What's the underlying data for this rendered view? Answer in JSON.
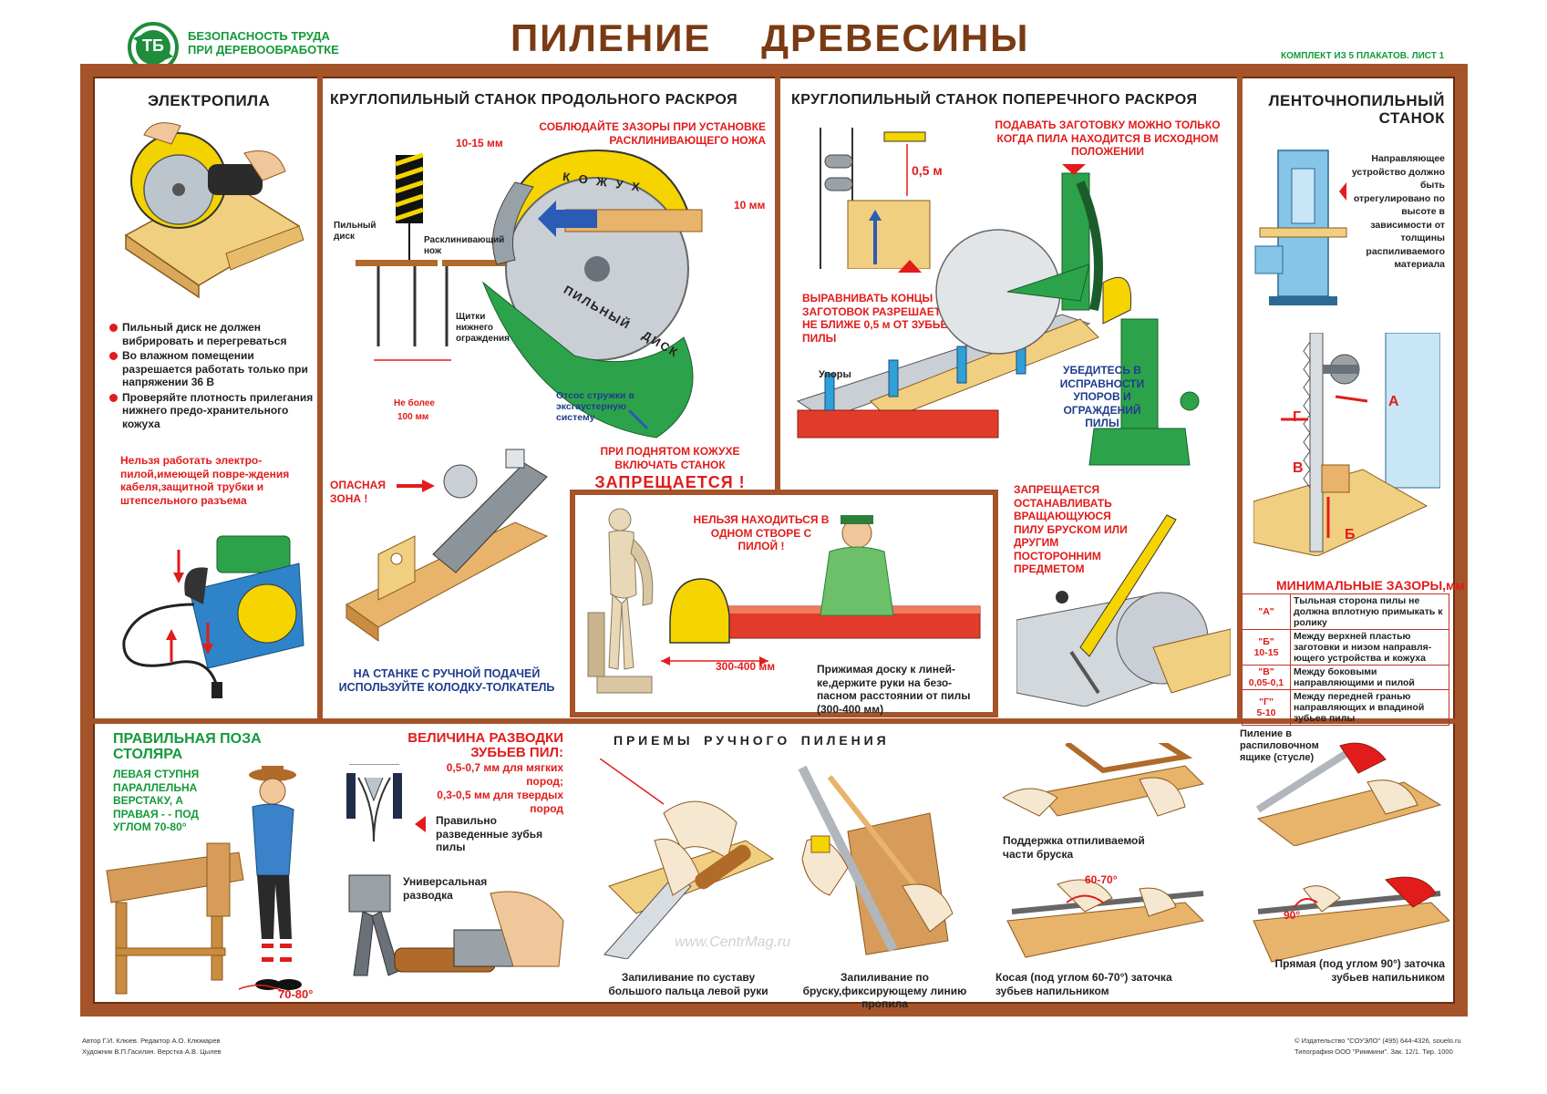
{
  "header": {
    "logo_text": "ТБ",
    "series": [
      "БЕЗОПАСНОСТЬ ТРУДА",
      "ПРИ ДЕРЕВООБРАБОТКЕ"
    ],
    "title": "ПИЛЕНИЕ    ДРЕВЕСИНЫ",
    "sheet": "КОМПЛЕКТ ИЗ 5 ПЛАКАТОВ. ЛИСТ 1"
  },
  "electrosaw": {
    "title": "ЭЛЕКТРОПИЛА",
    "bullets": [
      "Пильный диск не должен вибрировать и перегреваться",
      "Во влажном помещении разрешается работать только при напряжении 36 В",
      "Проверяйте плотность прилегания нижнего предо-хранительного кожуха"
    ],
    "warning": "Нельзя работать электро-пилой,имеющей повре-ждения кабеля,защитной трубки и штепсельного разъема"
  },
  "rip_saw": {
    "title": "КРУГЛОПИЛЬНЫЙ СТАНОК ПРОДОЛЬНОГО РАСКРОЯ",
    "note": "СОБЛЮДАЙТЕ ЗАЗОРЫ ПРИ УСТАНОВКЕ РАСКЛИНИВАЮЩЕГО НОЖА",
    "dim_1015": "10-15 мм",
    "dim_10": "10 мм",
    "guard_label": "К О Ж У Х",
    "blade_label": "ПИЛЬНЫЙ   ДИСК",
    "saw_disc": "Пильный диск",
    "riving_knife": "Расклинивающий нож",
    "lower_guards": "Щитки нижнего ограждения",
    "not_more": "Не более",
    "dim_100": "100 мм",
    "chips": "Отсос стружки в эксгаустерную систему",
    "warning": "ПРИ ПОДНЯТОМ КОЖУХЕ ВКЛЮЧАТЬ СТАНОК",
    "forbidden": "ЗАПРЕЩАЕТСЯ !",
    "danger": "ОПАСНАЯ ЗОНА !",
    "pusher": "НА СТАНКЕ С РУЧНОЙ ПОДАЧЕЙ ИСПОЛЬЗУЙТЕ КОЛОДКУ-ТОЛКАТЕЛЬ"
  },
  "alignment": {
    "warning": "НЕЛЬЗЯ НАХОДИТЬСЯ В ОДНОМ СТВОРЕ С ПИЛОЙ !",
    "dim": "300-400 мм",
    "note": "Прижимая доску к линей-ке,держите руки на безо-пасном расстоянии от пилы (300-400 мм)"
  },
  "cross_saw": {
    "title": "КРУГЛОПИЛЬНЫЙ СТАНОК ПОПЕРЕЧНОГО РАСКРОЯ",
    "note": "ПОДАВАТЬ ЗАГОТОВКУ МОЖНО ТОЛЬКО КОГДА ПИЛА НАХОДИТСЯ В ИСХОДНОМ ПОЛОЖЕНИИ",
    "dim": "0,5 м",
    "align": "ВЫРАВНИВАТЬ КОНЦЫ ЗАГОТОВОК РАЗРЕШАЕТСЯ НЕ БЛИЖЕ 0,5 м ОТ ЗУБЬЕВ ПИЛЫ",
    "stops": "Упоры",
    "check": "УБЕДИТЕСЬ В ИСПРАВНОСТИ УПОРОВ И ОГРАЖДЕНИЙ ПИЛЫ",
    "forbid_stop": "ЗАПРЕЩАЕТСЯ ОСТАНАВЛИВАТЬ ВРАЩАЮЩУЮСЯ ПИЛУ БРУСКОМ ИЛИ ДРУГИМ ПОСТОРОННИМ ПРЕДМЕТОМ"
  },
  "band_saw": {
    "title": "ЛЕНТОЧНОПИЛЬНЫЙ СТАНОК",
    "note": "Направляющее устройство должно быть отрегулировано по высоте в зависимости от толщины распиливаемого материала",
    "markers": [
      "А",
      "Г",
      "В",
      "Б"
    ],
    "gaps_title": "МИНИМАЛЬНЫЕ ЗАЗОРЫ,мм",
    "gaps": [
      {
        "key": "\"А\"",
        "value": "",
        "desc": "Тыльная сторона пилы не должна вплотную примыкать к ролику"
      },
      {
        "key": "\"Б\"",
        "value": "10-15",
        "desc": "Между верхней пластью заготовки и низом направля-ющего устройства и кожуха"
      },
      {
        "key": "\"В\"",
        "value": "0,05-0,1",
        "desc": "Между боковыми направляющими и пилой"
      },
      {
        "key": "\"Г\"",
        "value": "5-10",
        "desc": "Между передней гранью направляющих и впадиной зубьев пилы"
      }
    ]
  },
  "posture": {
    "title": "ПРАВИЛЬНАЯ ПОЗА СТОЛЯРА",
    "text": "ЛЕВАЯ СТУПНЯ ПАРАЛЛЕЛЬНА ВЕРСТАКУ, А ПРАВАЯ - - ПОД УГЛОМ 70-80°",
    "angle": "70-80°"
  },
  "teeth_set": {
    "title": "ВЕЛИЧИНА РАЗВОДКИ ЗУБЬЕВ ПИЛ:",
    "soft": "0,5-0,7 мм для мягких пород;",
    "hard": "0,3-0,5 мм для твердых пород",
    "correct": "Правильно разведенные зубья пилы",
    "universal": "Универсальная разводка"
  },
  "hand_sawing": {
    "title": "П Р И Е М Ы    Р У Ч Н О Г О    П И Л Е Н И Я",
    "c1": "Запиливание по суставу большого пальца левой руки",
    "c2": "Запиливание по бруску,фиксирующему линию пропила",
    "c3": "Поддержка отпиливаемой части бруска",
    "c4": "Косая (под углом 60-70°) заточка зубьев напильником",
    "angle_6070": "60-70°",
    "mitre": "Пиление в распиловочном ящике (стусле)",
    "angle_90": "90°",
    "c5": "Прямая (под углом 90°) заточка зубьев напильником",
    "watermark": "www.CentrMag.ru"
  },
  "footer": {
    "left1": "Автор Г.И. Клюев. Редактор А.О. Клюмарев",
    "left2": "Художник В.П.Гасилин. Верстка А.В. Цылев",
    "right1": "© Издательство \"СОУЭЛО\" (495) 644-4326, souelo.ru",
    "right2": "Типография ООО \"Риммини\". Зак. 12/1. Тир. 1000"
  }
}
